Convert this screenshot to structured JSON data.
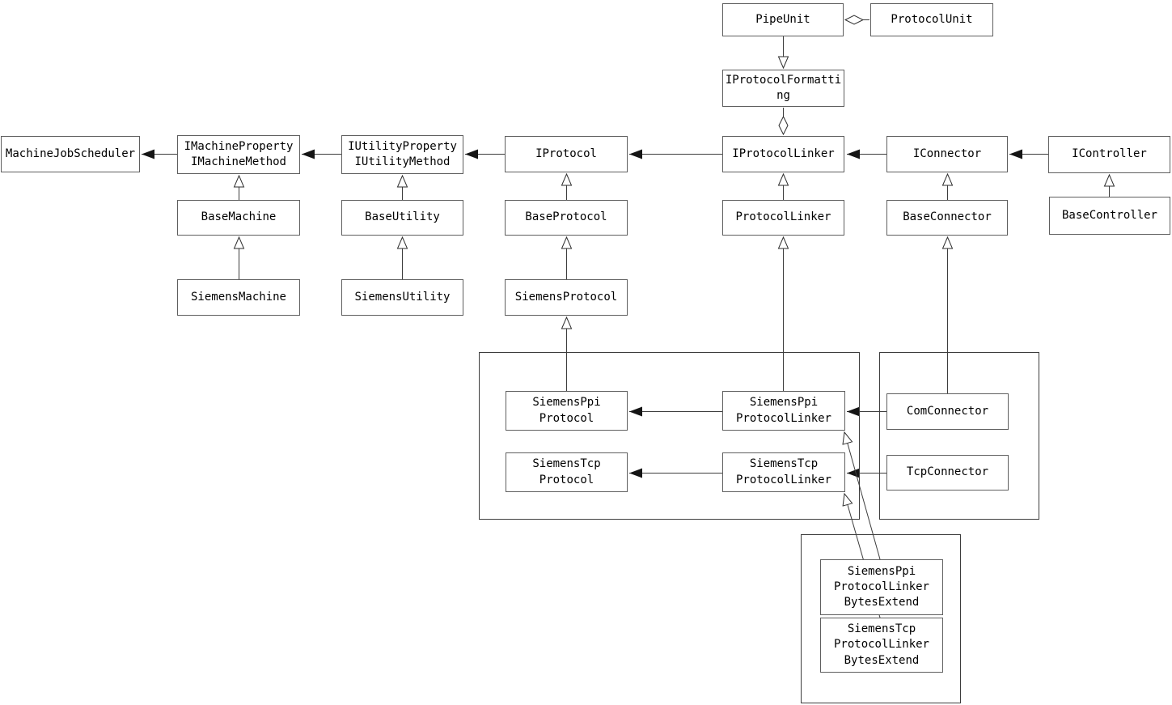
{
  "diagram": {
    "kind": "uml-class-diagram",
    "colors": {
      "background": "#ffffff",
      "box_border": "#5f5f5f",
      "group_border": "#3d3d3d",
      "line": "#3c3c3c",
      "arrow_fill": "#151515",
      "text": "#000000"
    },
    "nodes": {
      "pipe_unit": "PipeUnit",
      "protocol_unit": "ProtocolUnit",
      "iprotocol_formatting": "IProtocolFormatti\nng",
      "machine_job_scheduler": "MachineJobScheduler",
      "imachine_property": "IMachineProperty\nIMachineMethod",
      "iutility_property": "IUtilityProperty\nIUtilityMethod",
      "iprotocol": "IProtocol",
      "iprotocol_linker": "IProtocolLinker",
      "iconnector": "IConnector",
      "icontroller": "IController",
      "base_machine": "BaseMachine",
      "base_utility": "BaseUtility",
      "base_protocol": "BaseProtocol",
      "protocol_linker": "ProtocolLinker",
      "base_connector": "BaseConnector",
      "base_controller": "BaseController",
      "siemens_machine": "SiemensMachine",
      "siemens_utility": "SiemensUtility",
      "siemens_protocol": "SiemensProtocol",
      "siemens_ppi_protocol": "SiemensPpi\nProtocol",
      "siemens_tcp_protocol": "SiemensTcp\nProtocol",
      "siemens_ppi_protocol_linker": "SiemensPpi\nProtocolLinker",
      "siemens_tcp_protocol_linker": "SiemensTcp\nProtocolLinker",
      "com_connector": "ComConnector",
      "tcp_connector": "TcpConnector",
      "siemens_ppi_protocol_linker_bytes_extend": "SiemensPpi\nProtocolLinker\nBytesExtend",
      "siemens_tcp_protocol_linker_bytes_extend": "SiemensTcp\nProtocolLinker\nBytesExtend"
    },
    "edges": [
      {
        "from": "ProtocolUnit",
        "to": "PipeUnit",
        "type": "aggregation"
      },
      {
        "from": "PipeUnit",
        "to": "IProtocolFormatting",
        "type": "generalization"
      },
      {
        "from": "IProtocolFormatting",
        "to": "IProtocolLinker",
        "type": "aggregation"
      },
      {
        "from": "IMachineProperty/IMachineMethod",
        "to": "MachineJobScheduler",
        "type": "association"
      },
      {
        "from": "IUtilityProperty/IUtilityMethod",
        "to": "IMachineProperty/IMachineMethod",
        "type": "association"
      },
      {
        "from": "IProtocol",
        "to": "IUtilityProperty/IUtilityMethod",
        "type": "association"
      },
      {
        "from": "IProtocolLinker",
        "to": "IProtocol",
        "type": "association"
      },
      {
        "from": "IConnector",
        "to": "IProtocolLinker",
        "type": "association"
      },
      {
        "from": "IController",
        "to": "IConnector",
        "type": "association"
      },
      {
        "from": "BaseMachine",
        "to": "IMachineProperty/IMachineMethod",
        "type": "generalization"
      },
      {
        "from": "SiemensMachine",
        "to": "BaseMachine",
        "type": "generalization"
      },
      {
        "from": "BaseUtility",
        "to": "IUtilityProperty/IUtilityMethod",
        "type": "generalization"
      },
      {
        "from": "SiemensUtility",
        "to": "BaseUtility",
        "type": "generalization"
      },
      {
        "from": "BaseProtocol",
        "to": "IProtocol",
        "type": "generalization"
      },
      {
        "from": "SiemensProtocol",
        "to": "BaseProtocol",
        "type": "generalization"
      },
      {
        "from": "SiemensPpiProtocol",
        "to": "SiemensProtocol",
        "type": "generalization"
      },
      {
        "from": "ProtocolLinker",
        "to": "IProtocolLinker",
        "type": "generalization"
      },
      {
        "from": "SiemensPpiProtocolLinker",
        "to": "ProtocolLinker",
        "type": "generalization"
      },
      {
        "from": "BaseConnector",
        "to": "IConnector",
        "type": "generalization"
      },
      {
        "from": "ComConnector",
        "to": "BaseConnector",
        "type": "generalization"
      },
      {
        "from": "BaseController",
        "to": "IController",
        "type": "generalization"
      },
      {
        "from": "SiemensPpiProtocolLinker",
        "to": "SiemensPpiProtocol",
        "type": "association"
      },
      {
        "from": "SiemensTcpProtocolLinker",
        "to": "SiemensTcpProtocol",
        "type": "association"
      },
      {
        "from": "ComConnector",
        "to": "SiemensPpiProtocolLinker",
        "type": "association"
      },
      {
        "from": "TcpConnector",
        "to": "SiemensTcpProtocolLinker",
        "type": "association"
      },
      {
        "from": "SiemensPpiProtocolLinkerBytesExtend",
        "to": "SiemensPpiProtocolLinker",
        "type": "generalization"
      },
      {
        "from": "SiemensTcpProtocolLinkerBytesExtend",
        "to": "SiemensTcpProtocolLinker",
        "type": "generalization"
      }
    ]
  }
}
